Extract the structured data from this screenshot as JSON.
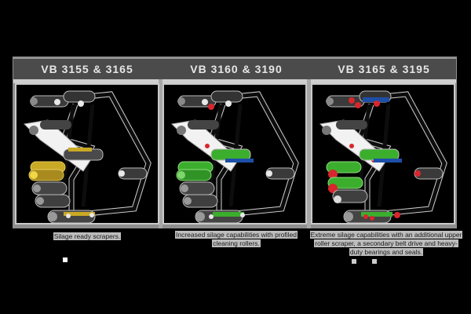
{
  "models": [
    {
      "title": "VB 3155 & 3165",
      "caption": "Silage ready scrapers.",
      "accent": "#d4b52a",
      "roller_accent": "#c9a925",
      "bearing_color": "#e8e8e8"
    },
    {
      "title": "VB 3160 & 3190",
      "caption": "Increased silage capabilities with profiled cleaning rollers.",
      "accent": "#3cae2e",
      "roller_accent": "#3cae2e",
      "scraper_color": "#1e4fa8",
      "bearing_color": "#d8262c"
    },
    {
      "title": "VB 3165 & 3195",
      "caption": "Extreme silage capabilities with an additional upper roller scraper, a secondary belt drive and heavy-duty bearings and seals.",
      "accent": "#3cae2e",
      "roller_accent": "#3cae2e",
      "scraper_color": "#1e4fa8",
      "bearing_color": "#d8262c"
    }
  ],
  "colors": {
    "header_bg": "#4b4b4b",
    "header_text": "#e6e6e6",
    "panel_border": "#c9c9c9",
    "panel_bg": "#000000",
    "belt": "#0d0d0d",
    "belt_outline": "#d0d0d0",
    "roller_dark": "#3a3a3a",
    "roller_mid": "#6b6b6b",
    "arm": "#f2f2f2"
  }
}
